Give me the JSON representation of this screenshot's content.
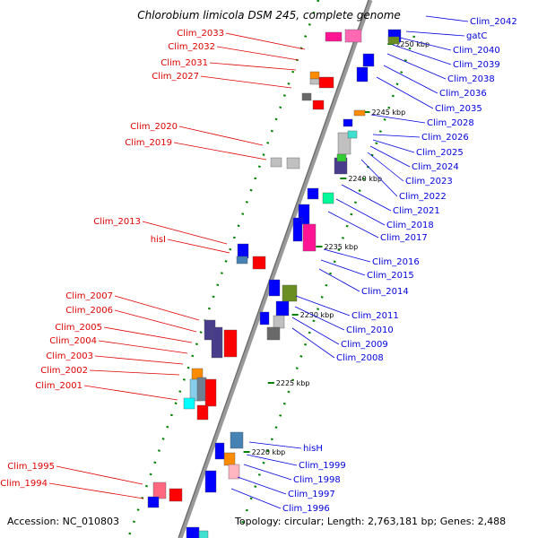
{
  "title": "Chlorobium limicola DSM 245, complete genome",
  "accession": "Accession: NC_010803",
  "topology": "Topology: circular; Length: 2,763,181 bp; Genes: 2,488",
  "kbp_labels": [
    "2250 kbp",
    "2245 kbp",
    "2240 kbp",
    "2235 kbp",
    "2230 kbp",
    "2225 kbp",
    "2220 kbp"
  ],
  "left_labels": [
    "Clim_2033",
    "Clim_2032",
    "Clim_2031",
    "Clim_2027",
    "Clim_2020",
    "Clim_2019",
    "Clim_2013",
    "hisI",
    "Clim_2007",
    "Clim_2006",
    "Clim_2005",
    "Clim_2004",
    "Clim_2003",
    "Clim_2002",
    "Clim_2001",
    "Clim_1995",
    "Clim_1994"
  ],
  "right_labels": [
    "Clim_2042",
    "gatC",
    "Clim_2040",
    "Clim_2039",
    "Clim_2038",
    "Clim_2036",
    "Clim_2035",
    "Clim_2028",
    "Clim_2026",
    "Clim_2025",
    "Clim_2024",
    "Clim_2023",
    "Clim_2022",
    "Clim_2021",
    "Clim_2018",
    "Clim_2017",
    "Clim_2016",
    "Clim_2015",
    "Clim_2014",
    "Clim_2011",
    "Clim_2010",
    "Clim_2009",
    "Clim_2008",
    "hisH",
    "Clim_1999",
    "Clim_1998",
    "Clim_1997",
    "Clim_1996"
  ],
  "colors": {
    "left_label": "#e00000",
    "right_label": "#0000e0",
    "backbone": "#999999",
    "forward_gene": "#0000ff",
    "reverse_gene": "#ff0000",
    "tick_dots": "#008000"
  }
}
